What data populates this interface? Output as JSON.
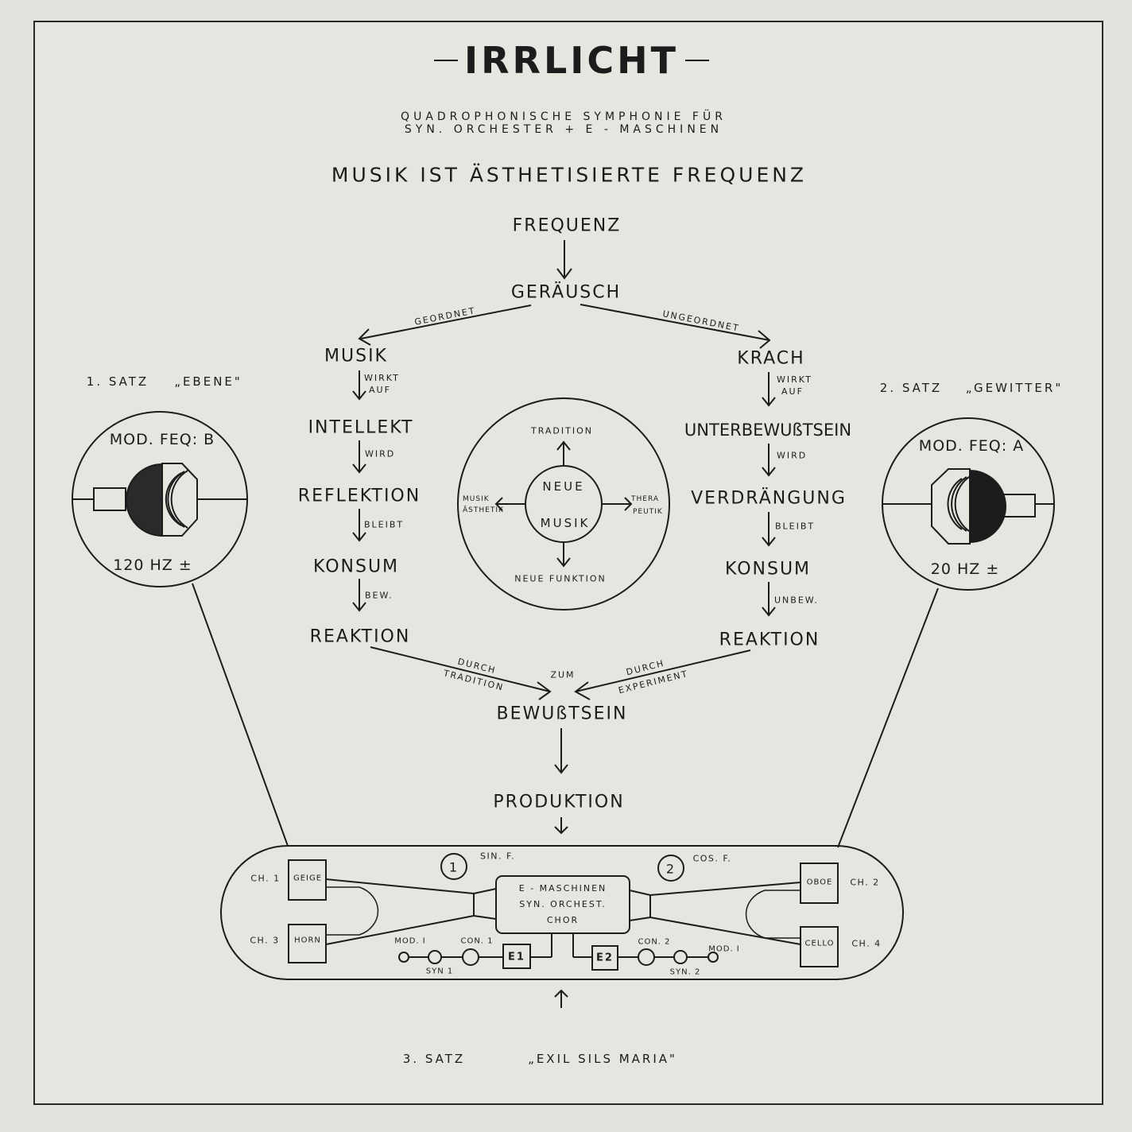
{
  "header": {
    "title": "IRRLICHT",
    "subtitle_line1": "QUADROPHONISCHE SYMPHONIE FÜR",
    "subtitle_line2": "SYN. ORCHESTER + E - MASCHINEN",
    "motto": "MUSIK IST ÄSTHETISIERTE FREQUENZ"
  },
  "flow": {
    "frequenz": "FREQUENZ",
    "geraeusch": "GERÄUSCH",
    "left_branch_label": "GEORDNET",
    "right_branch_label": "UNGEORDNET",
    "left_chain": {
      "nodes": [
        "MUSIK",
        "INTELLEKT",
        "REFLEKTION",
        "KONSUM",
        "REAKTION"
      ],
      "edges": [
        [
          "WIRKT",
          "AUF"
        ],
        [
          "WIRD"
        ],
        [
          "BLEIBT"
        ],
        [
          "BEW."
        ]
      ]
    },
    "right_chain": {
      "nodes": [
        "KRACH",
        "UNTERBEWUßTSEIN",
        "VERDRÄNGUNG",
        "KONSUM",
        "REAKTION"
      ],
      "edges": [
        [
          "WIRKT",
          "AUF"
        ],
        [
          "WIRD"
        ],
        [
          "BLEIBT"
        ],
        [
          "UNBEW."
        ]
      ]
    },
    "merge_left_label": [
      "DURCH",
      "TRADITION"
    ],
    "merge_center_label": "ZUM",
    "merge_right_label": [
      "DURCH",
      "EXPERIMENT"
    ],
    "bewusstsein": "BEWUßTSEIN",
    "produktion": "PRODUKTION"
  },
  "center_circle": {
    "core_line1": "NEUE",
    "core_line2": "MUSIK",
    "up": "TRADITION",
    "down": "NEUE FUNKTION",
    "left_line1": "MUSIK",
    "left_line2": "ÄSTHETIK",
    "right_line1": "THERA",
    "right_line2": "PEUTIK"
  },
  "movements": {
    "first": {
      "label": "1. SATZ",
      "name": "„EBENE\"",
      "mod": "MOD. FEQ: B",
      "freq": "120 HZ ±"
    },
    "second": {
      "label": "2. SATZ",
      "name": "„GEWITTER\"",
      "mod": "MOD. FEQ: A",
      "freq": "20 HZ ±"
    },
    "third": {
      "label": "3. SATZ",
      "name": "„EXIL SILS MARIA\""
    }
  },
  "setup": {
    "core": [
      "E - MASCHINEN",
      "SYN. ORCHEST.",
      "CHOR"
    ],
    "sin": "SIN. F.",
    "cos": "COS. F.",
    "marker1": "1",
    "marker2": "2",
    "channels": [
      {
        "ch": "CH. 1",
        "instrument": "GEIGE"
      },
      {
        "ch": "CH. 3",
        "instrument": "HORN"
      },
      {
        "ch": "CH. 2",
        "instrument": "OBOE"
      },
      {
        "ch": "CH. 4",
        "instrument": "CELLO"
      }
    ],
    "left_chain": {
      "mod": "MOD. I",
      "con": "CON. 1",
      "syn": "SYN 1",
      "e": "E1"
    },
    "right_chain": {
      "mod": "MOD. I",
      "con": "CON. 2",
      "syn": "SYN. 2",
      "e": "E2"
    }
  }
}
